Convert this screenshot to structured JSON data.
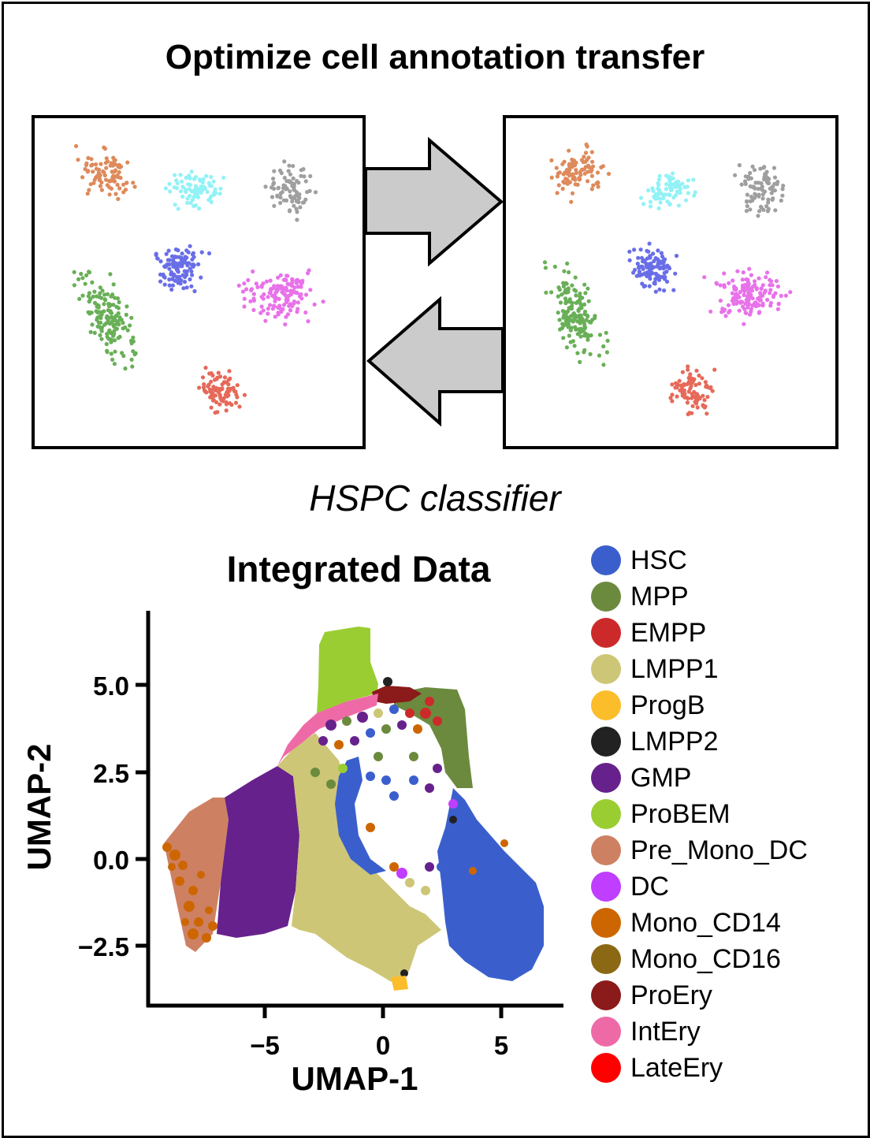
{
  "title": "Optimize cell annotation transfer",
  "subtitle": "HSPC classifier",
  "diagram": {
    "left_panel": {
      "clusters": [
        "orange",
        "cyan",
        "gray",
        "green",
        "blue",
        "magenta",
        "red"
      ]
    },
    "right_panel": {
      "clusters": [
        "orange",
        "cyan",
        "gray",
        "green",
        "blue",
        "magenta",
        "red"
      ]
    },
    "arrows": [
      {
        "direction": "right",
        "from": "left_panel",
        "to": "right_panel"
      },
      {
        "direction": "left",
        "from": "right_panel",
        "to": "left_panel"
      }
    ],
    "cluster_colors": {
      "orange": "#d9763f",
      "cyan": "#7ff0f5",
      "gray": "#8f8f8f",
      "green": "#4fa23a",
      "blue": "#4f55e3",
      "magenta": "#e45ae6",
      "red": "#e2503d"
    }
  },
  "chart_data": {
    "type": "scatter",
    "title": "Integrated Data",
    "xlabel": "UMAP-1",
    "ylabel": "UMAP-2",
    "xticks": [
      "−5",
      "0",
      "5"
    ],
    "yticks": [
      "5.0",
      "2.5",
      "0.0",
      "−2.5"
    ],
    "xlim": [
      -10,
      7.5
    ],
    "ylim": [
      -4.3,
      7
    ],
    "grid": false,
    "legend_position": "right",
    "legend": [
      {
        "label": "HSC",
        "color": "#3a5fcd"
      },
      {
        "label": "MPP",
        "color": "#6b8a3e"
      },
      {
        "label": "EMPP",
        "color": "#cc2a2a"
      },
      {
        "label": "LMPP1",
        "color": "#cdc676"
      },
      {
        "label": "ProgB",
        "color": "#fbbd2a"
      },
      {
        "label": "LMPP2",
        "color": "#222222"
      },
      {
        "label": "GMP",
        "color": "#67218c"
      },
      {
        "label": "ProBEM",
        "color": "#9acd32"
      },
      {
        "label": "Pre_Mono_DC",
        "color": "#cd8162"
      },
      {
        "label": "DC",
        "color": "#bf3eff"
      },
      {
        "label": "Mono_CD14",
        "color": "#cd6600"
      },
      {
        "label": "Mono_CD16",
        "color": "#8b6914"
      },
      {
        "label": "ProEry",
        "color": "#8b1a1a"
      },
      {
        "label": "IntEry",
        "color": "#ee6aa7"
      },
      {
        "label": "LateEry",
        "color": "#ff0000"
      }
    ],
    "cluster_regions": [
      {
        "label": "ProBEM",
        "x_range": [
          -2.7,
          -0.4
        ],
        "y_range": [
          4.0,
          6.6
        ]
      },
      {
        "label": "HSC",
        "x_range": [
          3.0,
          6.8
        ],
        "y_range": [
          -3.5,
          1.8
        ]
      },
      {
        "label": "LMPP1",
        "x_range": [
          -3.8,
          1.2
        ],
        "y_range": [
          -3.7,
          2.8
        ]
      },
      {
        "label": "GMP",
        "x_range": [
          -6.2,
          -3.3
        ],
        "y_range": [
          -2.2,
          1.7
        ]
      },
      {
        "label": "Pre_Mono_DC",
        "x_range": [
          -8.8,
          -6.0
        ],
        "y_range": [
          -2.4,
          1.8
        ]
      },
      {
        "label": "MPP",
        "x_range": [
          1.5,
          3.5
        ],
        "y_range": [
          1.5,
          4.8
        ]
      },
      {
        "label": "ProEry",
        "x_range": [
          -0.3,
          0.9
        ],
        "y_range": [
          4.4,
          5.0
        ]
      },
      {
        "label": "IntEry",
        "x_range": [
          -3.5,
          -1.2
        ],
        "y_range": [
          3.2,
          4.5
        ]
      },
      {
        "label": "ProgB",
        "x_range": [
          0.2,
          1.0
        ],
        "y_range": [
          -3.8,
          -3.4
        ]
      }
    ]
  }
}
